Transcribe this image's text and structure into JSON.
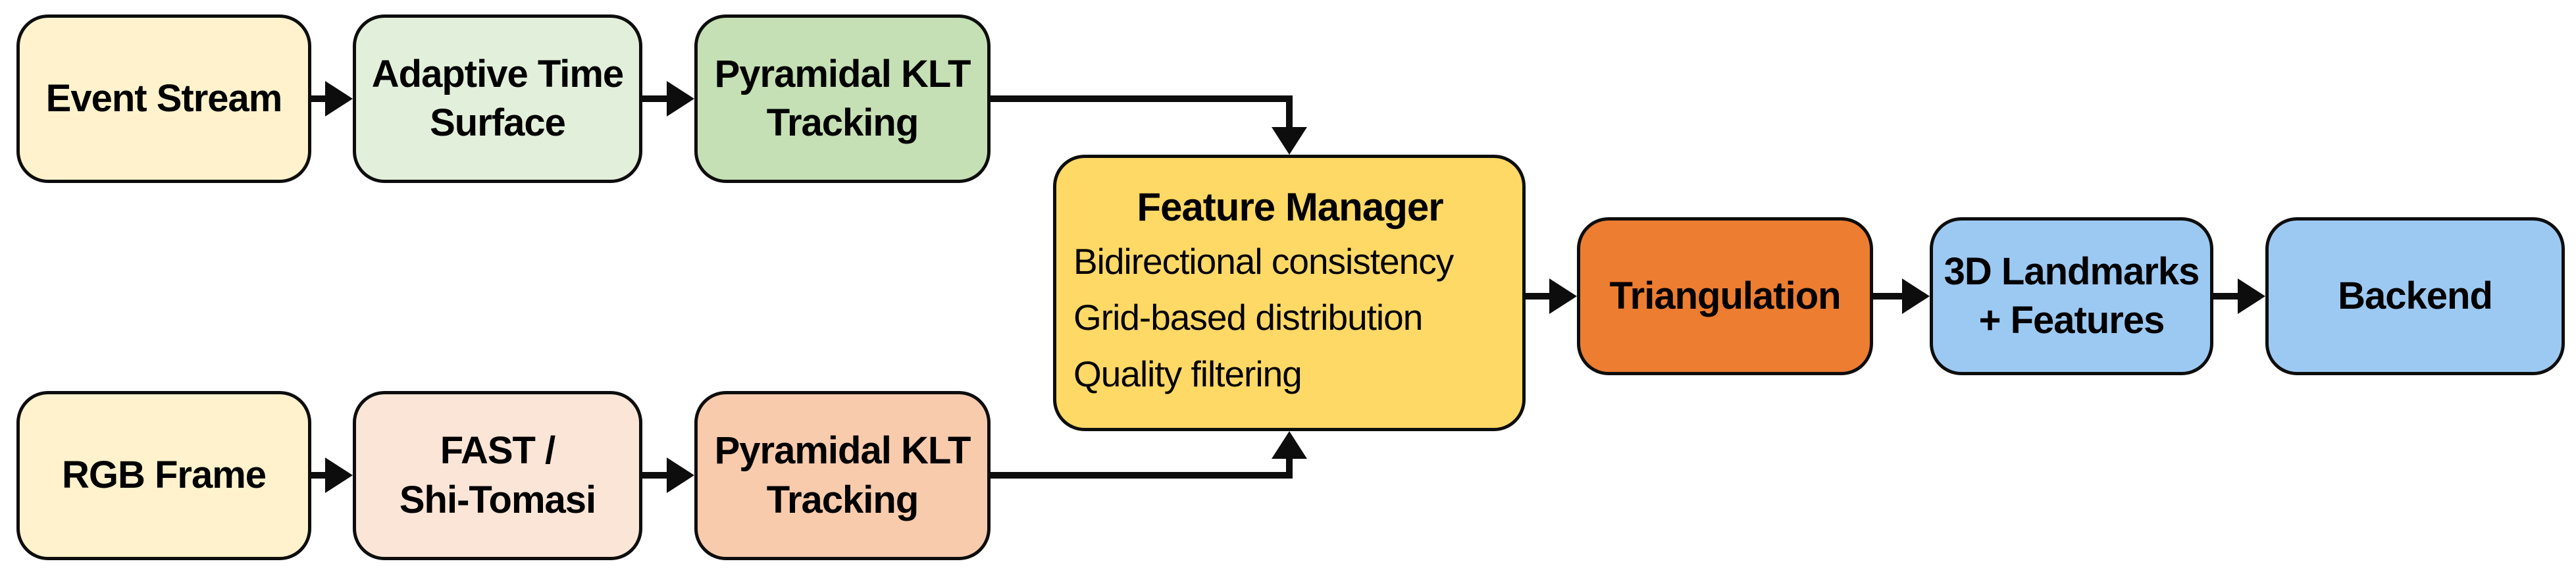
{
  "diagram": {
    "background": "#FFFFFF",
    "stroke_color": "#0D0D0D",
    "text_color": "#000000",
    "nodes": {
      "event_stream": {
        "label": "Event Stream",
        "fill": "#FFF2CC"
      },
      "adaptive_time_surface": {
        "line1": "Adaptive Time",
        "line2": "Surface",
        "fill": "#E2EFDA"
      },
      "klt_event": {
        "line1": "Pyramidal KLT",
        "line2": "Tracking",
        "fill": "#C5E0B4"
      },
      "rgb_frame": {
        "label": "RGB Frame",
        "fill": "#FFF2CC"
      },
      "fast_shi_tomasi": {
        "line1": "FAST /",
        "line2": "Shi-Tomasi",
        "fill": "#FBE5D6"
      },
      "klt_rgb": {
        "line1": "Pyramidal KLT",
        "line2": "Tracking",
        "fill": "#F8CBAD"
      },
      "feature_manager": {
        "title": "Feature Manager",
        "items": [
          "Bidirectional consistency",
          "Grid-based distribution",
          "Quality filtering"
        ],
        "fill": "#FFD966"
      },
      "triangulation": {
        "label": "Triangulation",
        "fill": "#ED7D31"
      },
      "landmarks": {
        "line1": "3D Landmarks",
        "line2": "+ Features",
        "fill": "#9CC9F2"
      },
      "backend": {
        "label": "Backend",
        "fill": "#9CC9F2"
      }
    }
  }
}
